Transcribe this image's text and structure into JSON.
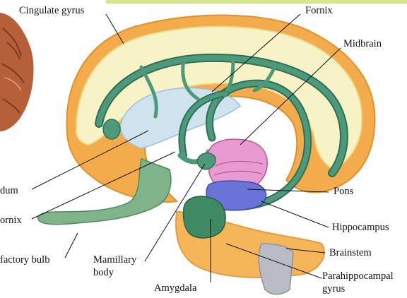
{
  "labels": {
    "cingulate_gyrus": "Cingulate gyrus",
    "fornix_top": "Fornix",
    "midbrain": "Midbrain",
    "indusium": "dum",
    "fornix_left": "ornix",
    "olfactory_bulb": "factory bulb",
    "mamillary_line1": "Mamillary",
    "mamillary_line2": "body",
    "amygdala": "Amygdala",
    "pons": "Pons",
    "hippocampus": "Hippocampus",
    "brainstem": "Brainstem",
    "parahippocampal_line1": "Parahippocampal",
    "parahippocampal_line2": "gyrus"
  },
  "colors": {
    "cingulate_fill": "#f7f3c6",
    "cingulate_rim": "#f0a94a",
    "fornix_green": "#4c9a7a",
    "fornix_dark": "#2f6f57",
    "midbrain_pink": "#e99ad0",
    "pons_blue": "#6a73d8",
    "ventricle_blue": "#cfe3ee",
    "brainstem_gray": "#b9bcc4",
    "corner_brain": "#b6603a"
  }
}
